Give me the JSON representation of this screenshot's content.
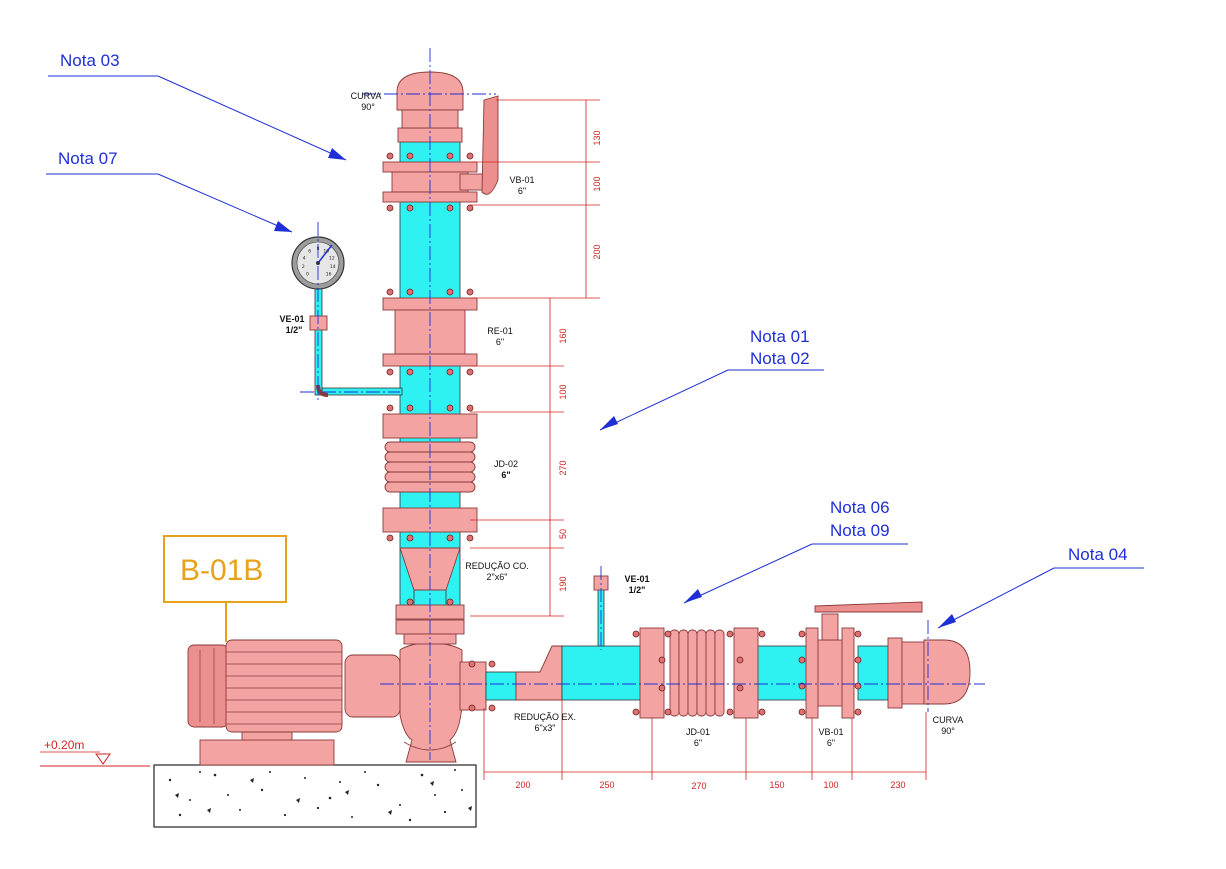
{
  "notes": {
    "nota03": "Nota 03",
    "nota07": "Nota 07",
    "nota01": "Nota 01",
    "nota02": "Nota 02",
    "nota06": "Nota 06",
    "nota09": "Nota 09",
    "nota04": "Nota 04"
  },
  "equipment_tag": "B-01B",
  "level": "+0.20m",
  "components": {
    "curva_top": {
      "name": "CURVA",
      "size": "90°"
    },
    "vb01_top": {
      "name": "VB-01",
      "size": "6\""
    },
    "re01": {
      "name": "RE-01",
      "size": "6\""
    },
    "jd02": {
      "name": "JD-02",
      "size": "6\""
    },
    "reducao_co": {
      "name": "REDUÇÃO CO.",
      "size": "2\"x6\""
    },
    "ve01_gauge": {
      "name": "VE-01",
      "size": "1/2\""
    },
    "ve01_right": {
      "name": "VE-01",
      "size": "1/2\""
    },
    "reducao_ex": {
      "name": "REDUÇÃO EX.",
      "size": "6\"x3\""
    },
    "jd01": {
      "name": "JD-01",
      "size": "6\""
    },
    "vb01_right": {
      "name": "VB-01",
      "size": "6\""
    },
    "curva_right": {
      "name": "CURVA",
      "size": "90°"
    }
  },
  "vertical_dims": [
    "130",
    "100",
    "200",
    "160",
    "100",
    "270",
    "50",
    "190"
  ],
  "horizontal_dims": [
    "200",
    "250",
    "270",
    "150",
    "100",
    "230"
  ],
  "gauge_scale": [
    "0",
    "2",
    "4",
    "6",
    "8",
    "10",
    "12",
    "14",
    "16"
  ],
  "colors": {
    "pipe": "#2ef2f2",
    "fitting": "#f4a3a3",
    "annotation": "#1f2fd6",
    "dimension": "#d32222",
    "tag": "#e8a11b"
  }
}
